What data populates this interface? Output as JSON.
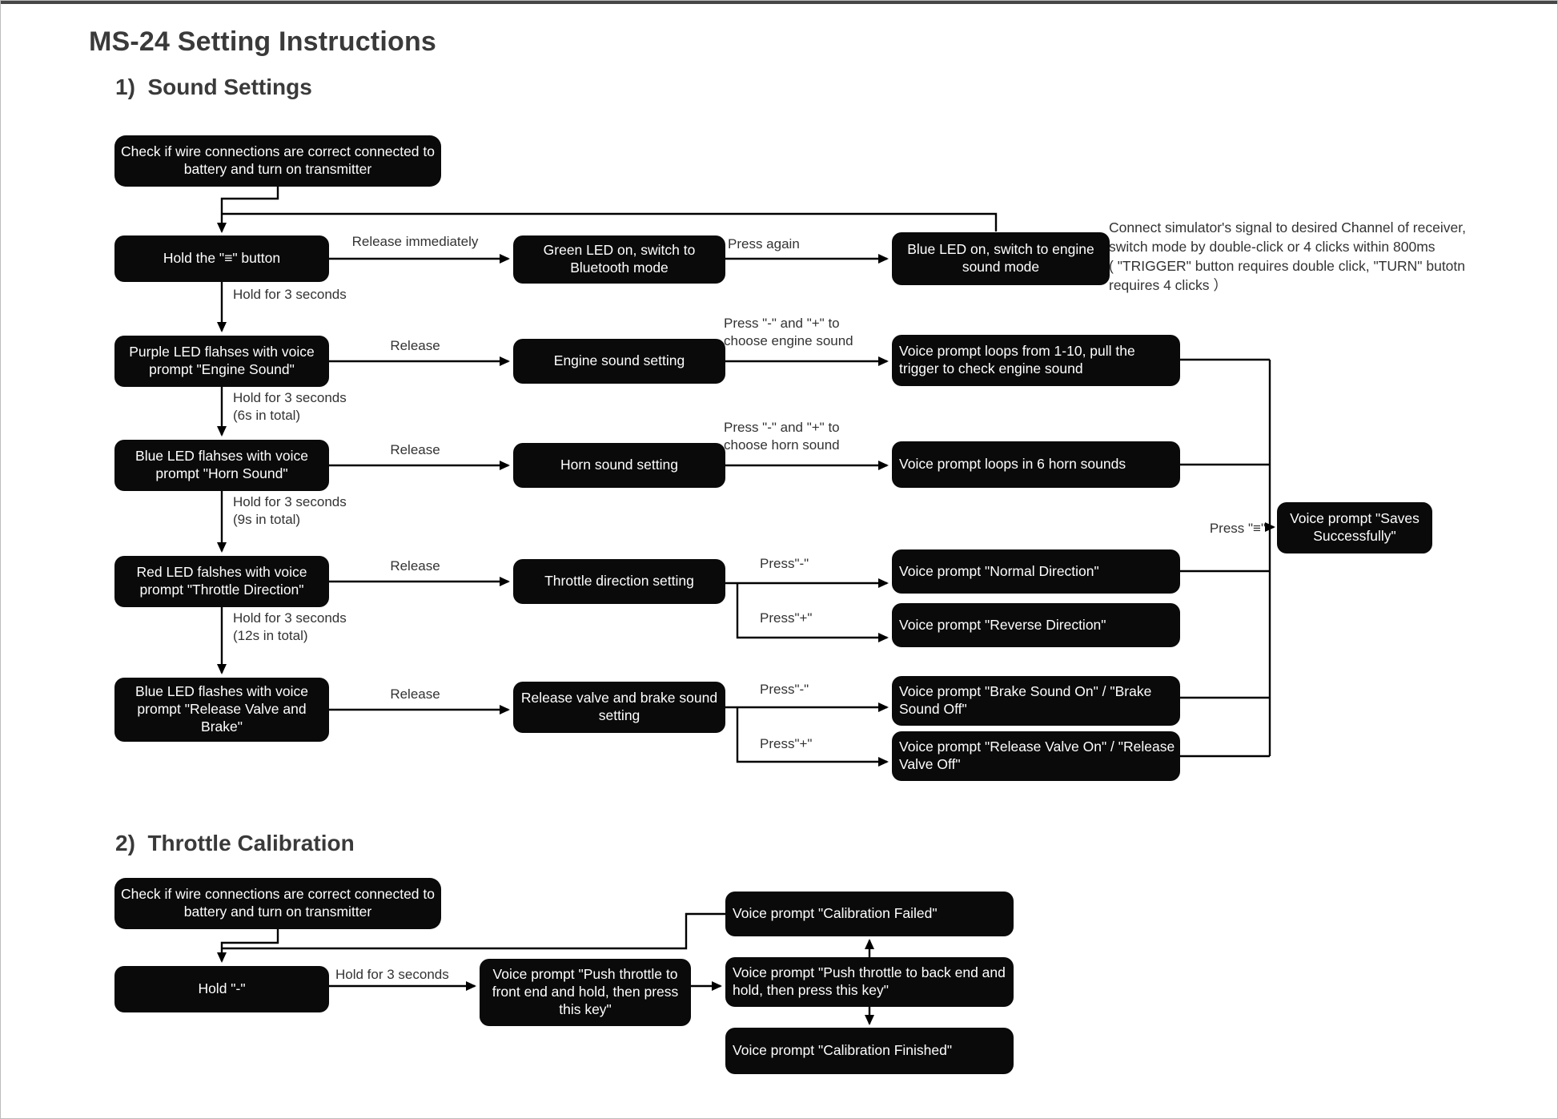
{
  "page": {
    "title": "MS-24 Setting Instructions"
  },
  "sections": {
    "sound_heading": "1)  Sound Settings",
    "throttle_heading": "2)  Throttle Calibration"
  },
  "nodes": {
    "check1": "Check if wire connections are correct connected to battery and turn on transmitter",
    "hold_menu": "Hold the \"≡\" button",
    "green_led": "Green LED on, switch to Bluetooth mode",
    "blue_engine": "Blue LED on, switch to engine sound mode",
    "purple_led": "Purple LED flahses with voice prompt \"Engine Sound\"",
    "engine_setting": "Engine sound setting",
    "engine_voice": "Voice prompt loops from 1-10, pull the trigger to check engine sound",
    "blue_horn": "Blue LED flahses with voice prompt \"Horn Sound\"",
    "horn_setting": "Horn sound setting",
    "horn_voice": "Voice prompt loops in 6 horn sounds",
    "red_throttle": "Red LED falshes with voice prompt \"Throttle Direction\"",
    "throttle_setting": "Throttle direction setting",
    "normal_voice": "Voice prompt \"Normal Direction\"",
    "reverse_voice": "Voice prompt \"Reverse Direction\"",
    "blue_release": "Blue LED flashes with voice prompt \"Release Valve and Brake\"",
    "rvb_setting": "Release valve and brake sound setting",
    "brake_voice": "Voice prompt \"Brake Sound On\" / \"Brake Sound Off\"",
    "rv_voice": "Voice prompt \"Release Valve On\" / \"Release Valve Off\"",
    "saves": "Voice prompt \"Saves Successfully\"",
    "check2": "Check if wire connections are correct connected to battery and turn on transmitter",
    "hold_minus": "Hold \"-\"",
    "push_front": "Voice prompt \"Push throttle to front end and hold, then press this key\"",
    "push_back": "Voice prompt \"Push throttle to back end and hold, then press this key\"",
    "calib_failed": "Voice prompt \"Calibration Failed\"",
    "calib_finished": "Voice prompt \"Calibration Finished\""
  },
  "labels": {
    "release_immediately": "Release immediately",
    "press_again": "Press again",
    "release": "Release",
    "hold3": "Hold for 3 seconds",
    "hold3_6": "Hold for 3 seconds\n(6s in total)",
    "hold3_9": "Hold for 3 seconds\n(9s in total)",
    "hold3_12": "Hold for 3 seconds\n(12s in total)",
    "engine_choose": "Press \"-\" and \"+\" to\nchoose engine sound",
    "horn_choose": "Press \"-\" and \"+\" to\nchoose horn sound",
    "press_minus": "Press\"-\"",
    "press_plus": "Press\"+\"",
    "press_menu": "Press \"≡\"",
    "note": "Connect simulator's signal to desired Channel of receiver,\nswitch mode by double-click or 4 clicks within 800ms\n( \"TRIGGER\" button requires double click, \"TURN\" butotn\n requires 4 clicks ）"
  },
  "colors": {
    "box": "#0a0a0a",
    "text": "#ffffff",
    "label": "#333333",
    "line": "#000000"
  }
}
